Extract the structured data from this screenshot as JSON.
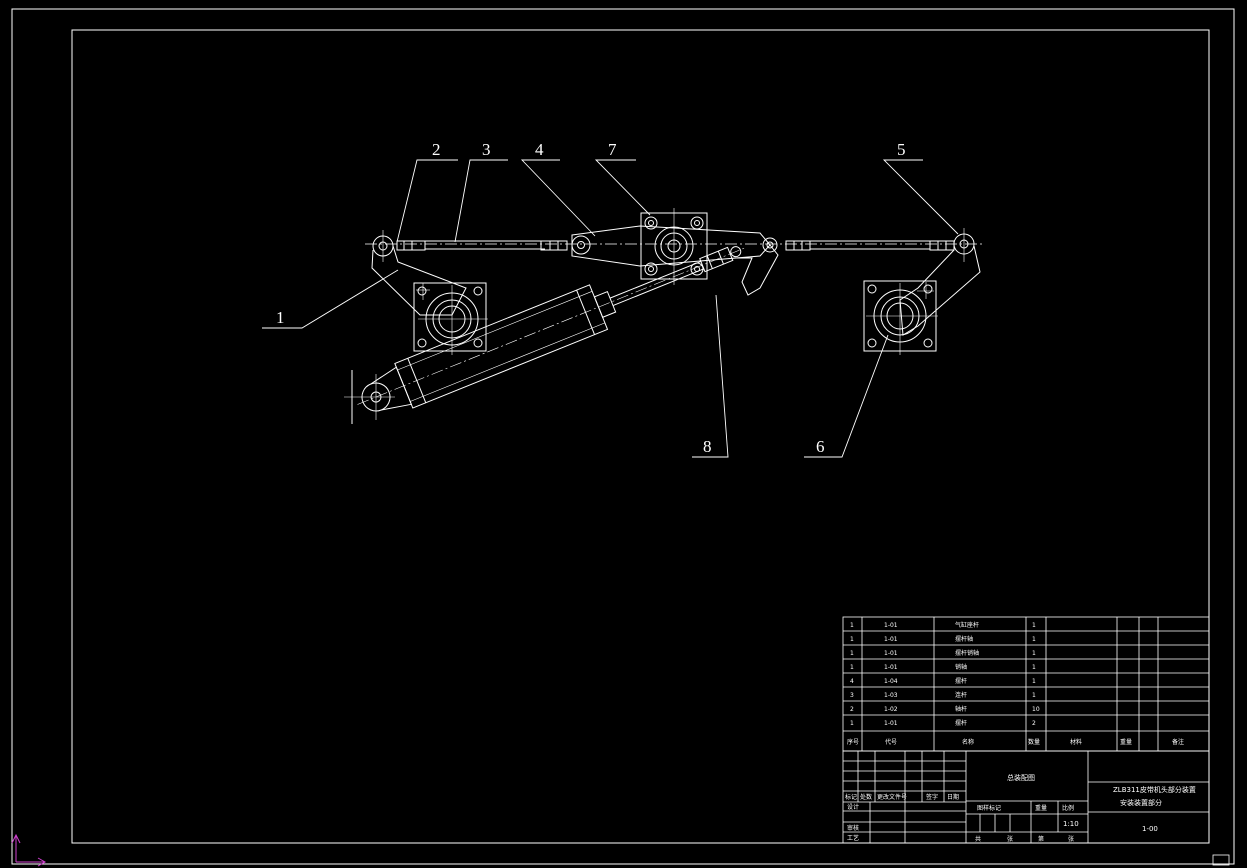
{
  "callouts": [
    {
      "id": "1",
      "text": "1"
    },
    {
      "id": "2",
      "text": "2"
    },
    {
      "id": "3",
      "text": "3"
    },
    {
      "id": "4",
      "text": "4"
    },
    {
      "id": "5",
      "text": "5"
    },
    {
      "id": "6",
      "text": "6"
    },
    {
      "id": "7",
      "text": "7"
    },
    {
      "id": "8",
      "text": "8"
    }
  ],
  "bom": {
    "rows": [
      {
        "no": "1",
        "code": "1-01",
        "name": "气缸座杆",
        "qty": "1"
      },
      {
        "no": "1",
        "code": "1-01",
        "name": "摆杆轴",
        "qty": "1"
      },
      {
        "no": "1",
        "code": "1-01",
        "name": "摆杆销轴",
        "qty": "1"
      },
      {
        "no": "1",
        "code": "1-01",
        "name": "销轴",
        "qty": "1"
      },
      {
        "no": "4",
        "code": "1-04",
        "name": "摆杆",
        "qty": "1"
      },
      {
        "no": "3",
        "code": "1-03",
        "name": "连杆",
        "qty": "1"
      },
      {
        "no": "2",
        "code": "1-02",
        "name": "轴杆",
        "qty": "10"
      },
      {
        "no": "1",
        "code": "1-01",
        "name": "摆杆",
        "qty": "2"
      }
    ],
    "header": {
      "no": "序号",
      "code": "代号",
      "name": "名称",
      "qty": "数量",
      "material": "材料",
      "weight": "重量",
      "note": "备注"
    }
  },
  "title_block": {
    "part_title": "总装配图",
    "project_line1": "ZLB311皮带机头部分装置",
    "project_line2": "安装装置部分",
    "drawing_no": "1-00",
    "scale": "1:10",
    "rev_labels": [
      "标记",
      "处数",
      "更改文件号",
      "签字",
      "日期"
    ],
    "row_labels": [
      "设计",
      "审核",
      "工艺"
    ],
    "stage_labels": [
      "图样标记",
      "重量",
      "比例"
    ],
    "sheet_labels": [
      "共",
      "张",
      "第",
      "张"
    ]
  }
}
